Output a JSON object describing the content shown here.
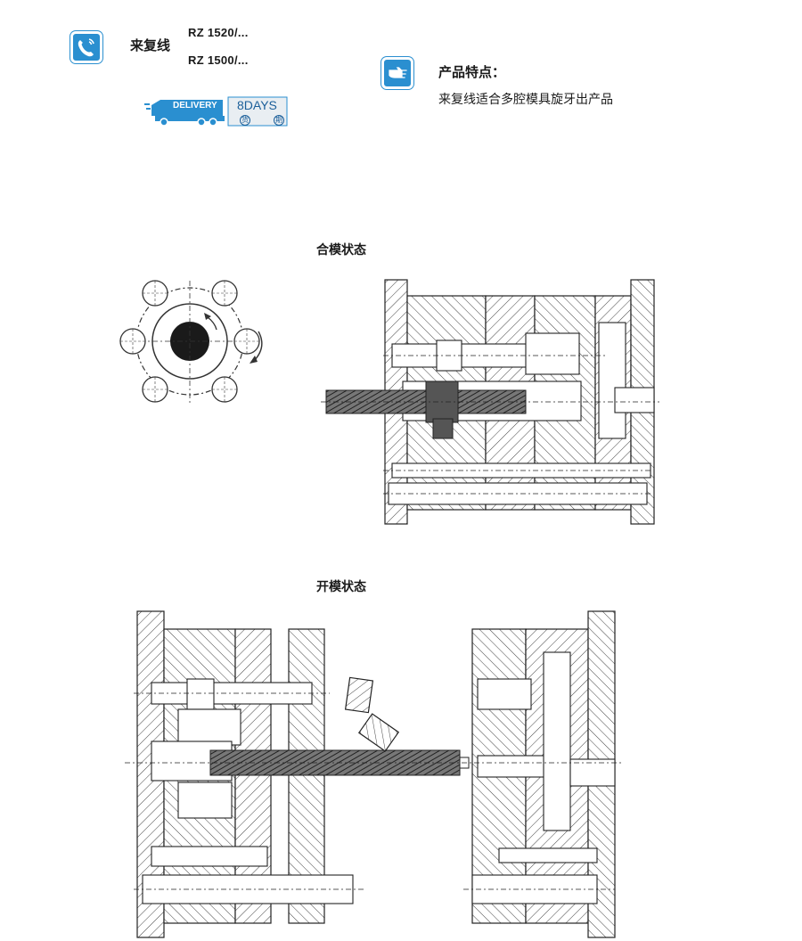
{
  "header": {
    "product_name": "来复线",
    "models": [
      "RZ 1520/...",
      "RZ 1500/..."
    ],
    "delivery_label": "DELIVERY",
    "days_label": "8DAYS",
    "days_sub": [
      "货",
      "期"
    ]
  },
  "features": {
    "title": "产品特点：",
    "text": "来复线适合多腔模具旋牙出产品"
  },
  "diagrams": {
    "closed_title": "合模状态",
    "open_title": "开模状态"
  },
  "colors": {
    "accent": "#2a8fd0",
    "line": "#333333"
  }
}
